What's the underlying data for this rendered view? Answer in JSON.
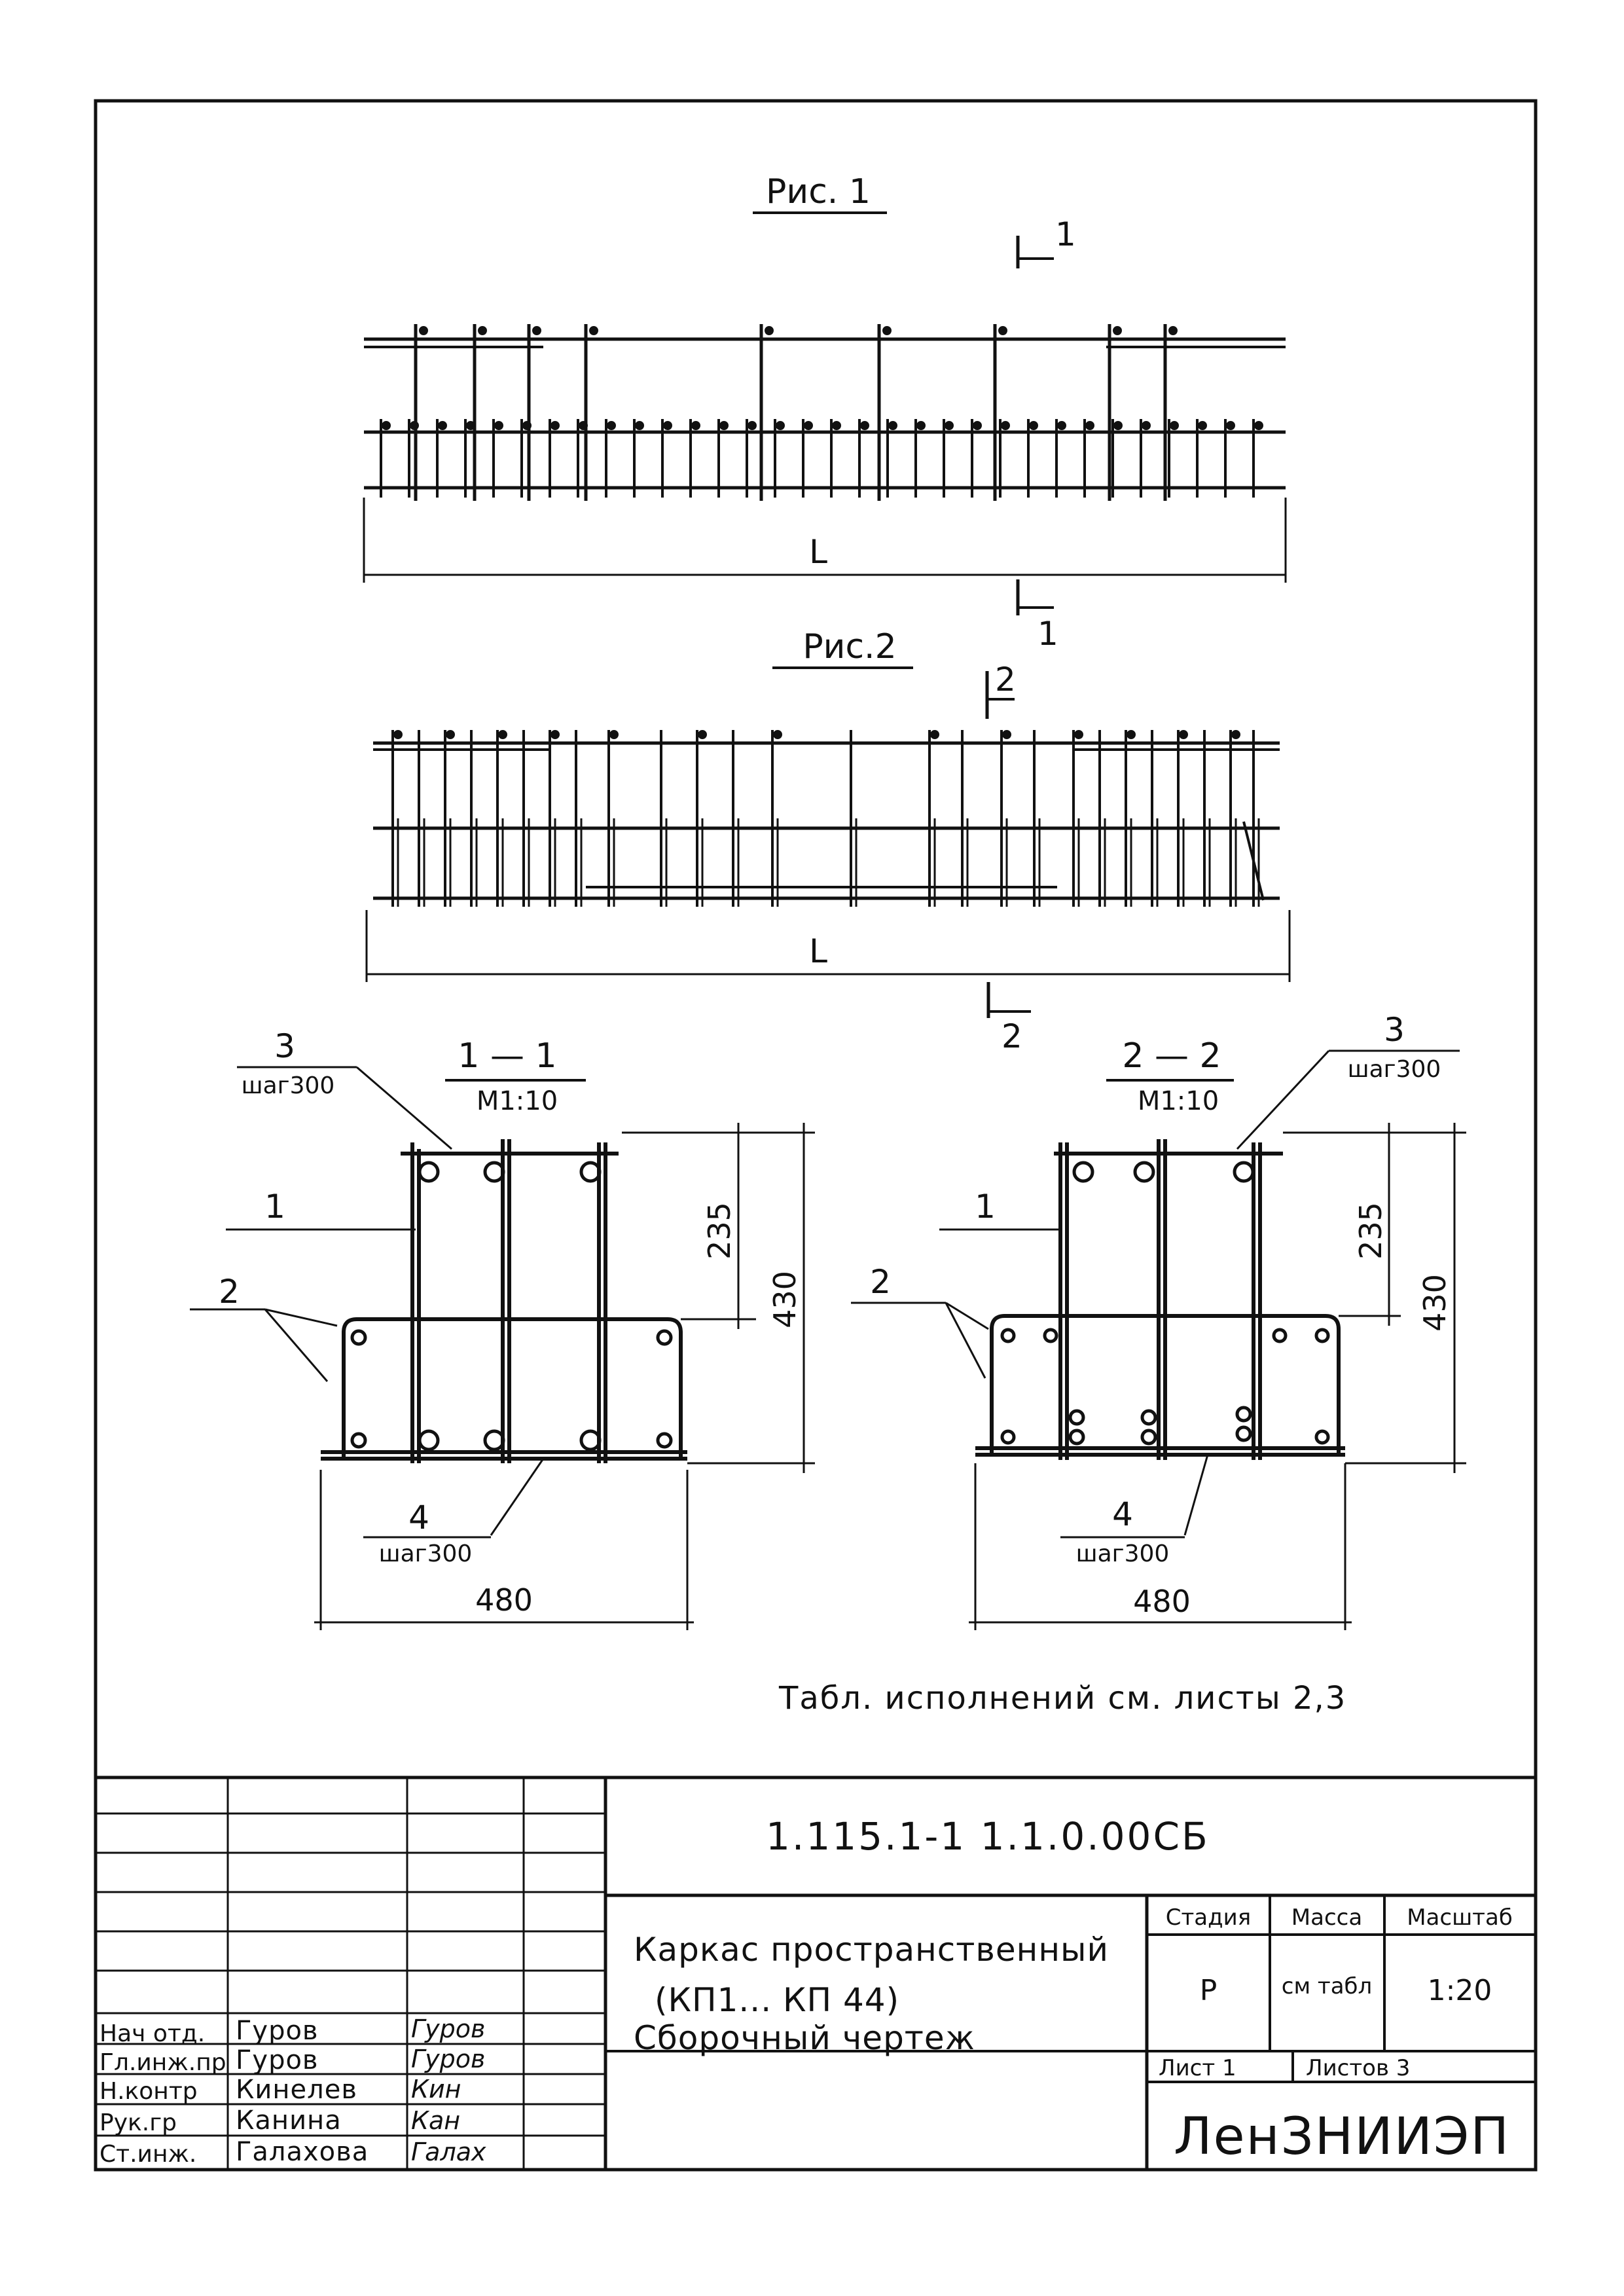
{
  "figures": {
    "fig1": {
      "title": "Рис. 1",
      "length_label": "L",
      "section_label": "1"
    },
    "fig2": {
      "title": "Рис.2",
      "length_label": "L",
      "section_label": "2"
    }
  },
  "sections": [
    {
      "title": "1 — 1",
      "scale": "М1:10",
      "pos1": "1",
      "pos2": "2",
      "pos3": "3",
      "pos3_step": "шаг300",
      "pos4": "4",
      "pos4_step": "шаг300",
      "dim_upper": "235",
      "dim_total": "430",
      "dim_width": "480"
    },
    {
      "title": "2 — 2",
      "scale": "М1:10",
      "pos1": "1",
      "pos2": "2",
      "pos3": "3",
      "pos3_step": "шаг300",
      "pos4": "4",
      "pos4_step": "шаг300",
      "dim_upper": "235",
      "dim_total": "430",
      "dim_width": "480"
    }
  ],
  "note": "Табл. исполнений см. листы 2,3",
  "title_block": {
    "code": "1.115.1-1    1.1.0.00СБ",
    "name_lines": [
      "Каркас пространственный",
      "(КП1... КП 44)",
      "Сборочный чертеж"
    ],
    "stage_header": "Стадия",
    "mass_header": "Масса",
    "scale_header": "Масштаб",
    "stage": "Р",
    "mass": "см табл",
    "scale": "1:20",
    "sheet": "Лист 1",
    "sheets": "Листов 3",
    "organization": "ЛенЗНИИЭП",
    "signers": [
      {
        "role": "Нач отд.",
        "name": "Гуров",
        "signature": "Гуров"
      },
      {
        "role": "Гл.инж.пр",
        "name": "Гуров",
        "signature": "Гуров"
      },
      {
        "role": "Н.контр",
        "name": "Кинелев",
        "signature": "Кин"
      },
      {
        "role": "Рук.гр",
        "name": "Канина",
        "signature": "Кан"
      },
      {
        "role": "Ст.инж.",
        "name": "Галахова",
        "signature": "Галах"
      }
    ]
  }
}
